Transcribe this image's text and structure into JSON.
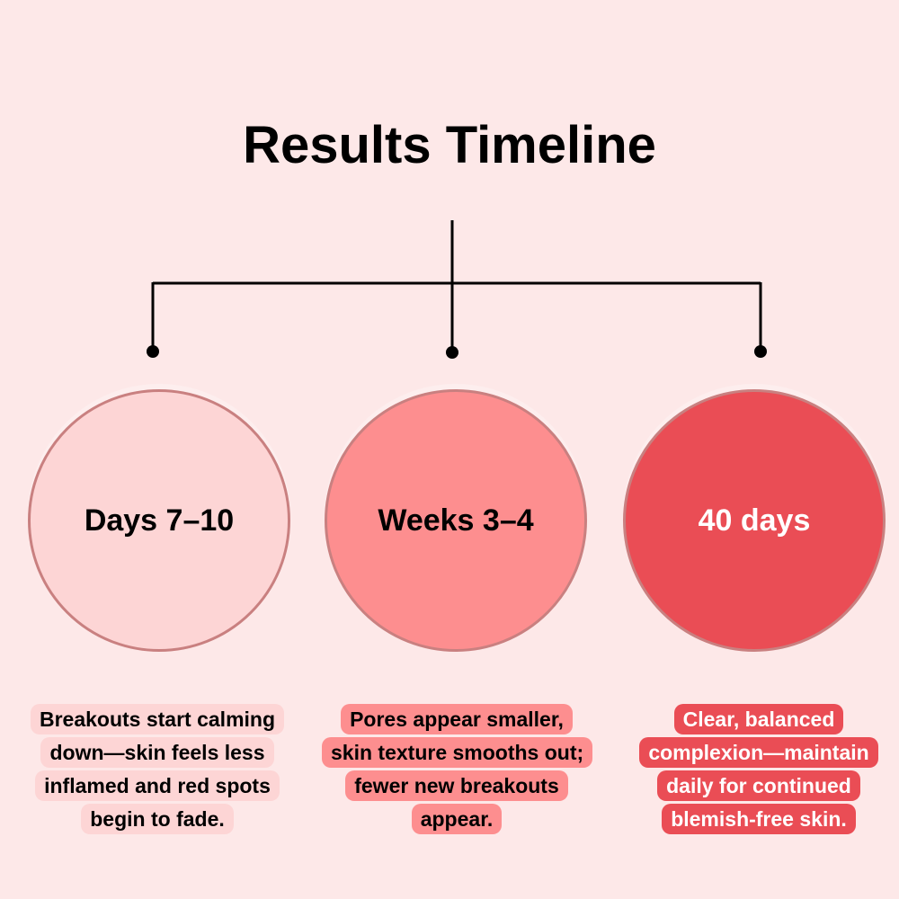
{
  "title": "Results Timeline",
  "colors": {
    "background": "#fde8e8",
    "stage1": "#fdd5d5",
    "stage2": "#fd8e8f",
    "stage3": "#ea4d55",
    "connector": "#000000"
  },
  "stages": [
    {
      "label": "Days 7–10",
      "description": "Breakouts start calming down—skin feels less inflamed and red spots begin to fade."
    },
    {
      "label": "Weeks 3–4",
      "description": "Pores appear smaller, skin texture smooths out; fewer new breakouts appear."
    },
    {
      "label": "40 days",
      "description": "Clear, balanced complexion—maintain daily for continued blemish-free skin."
    }
  ]
}
